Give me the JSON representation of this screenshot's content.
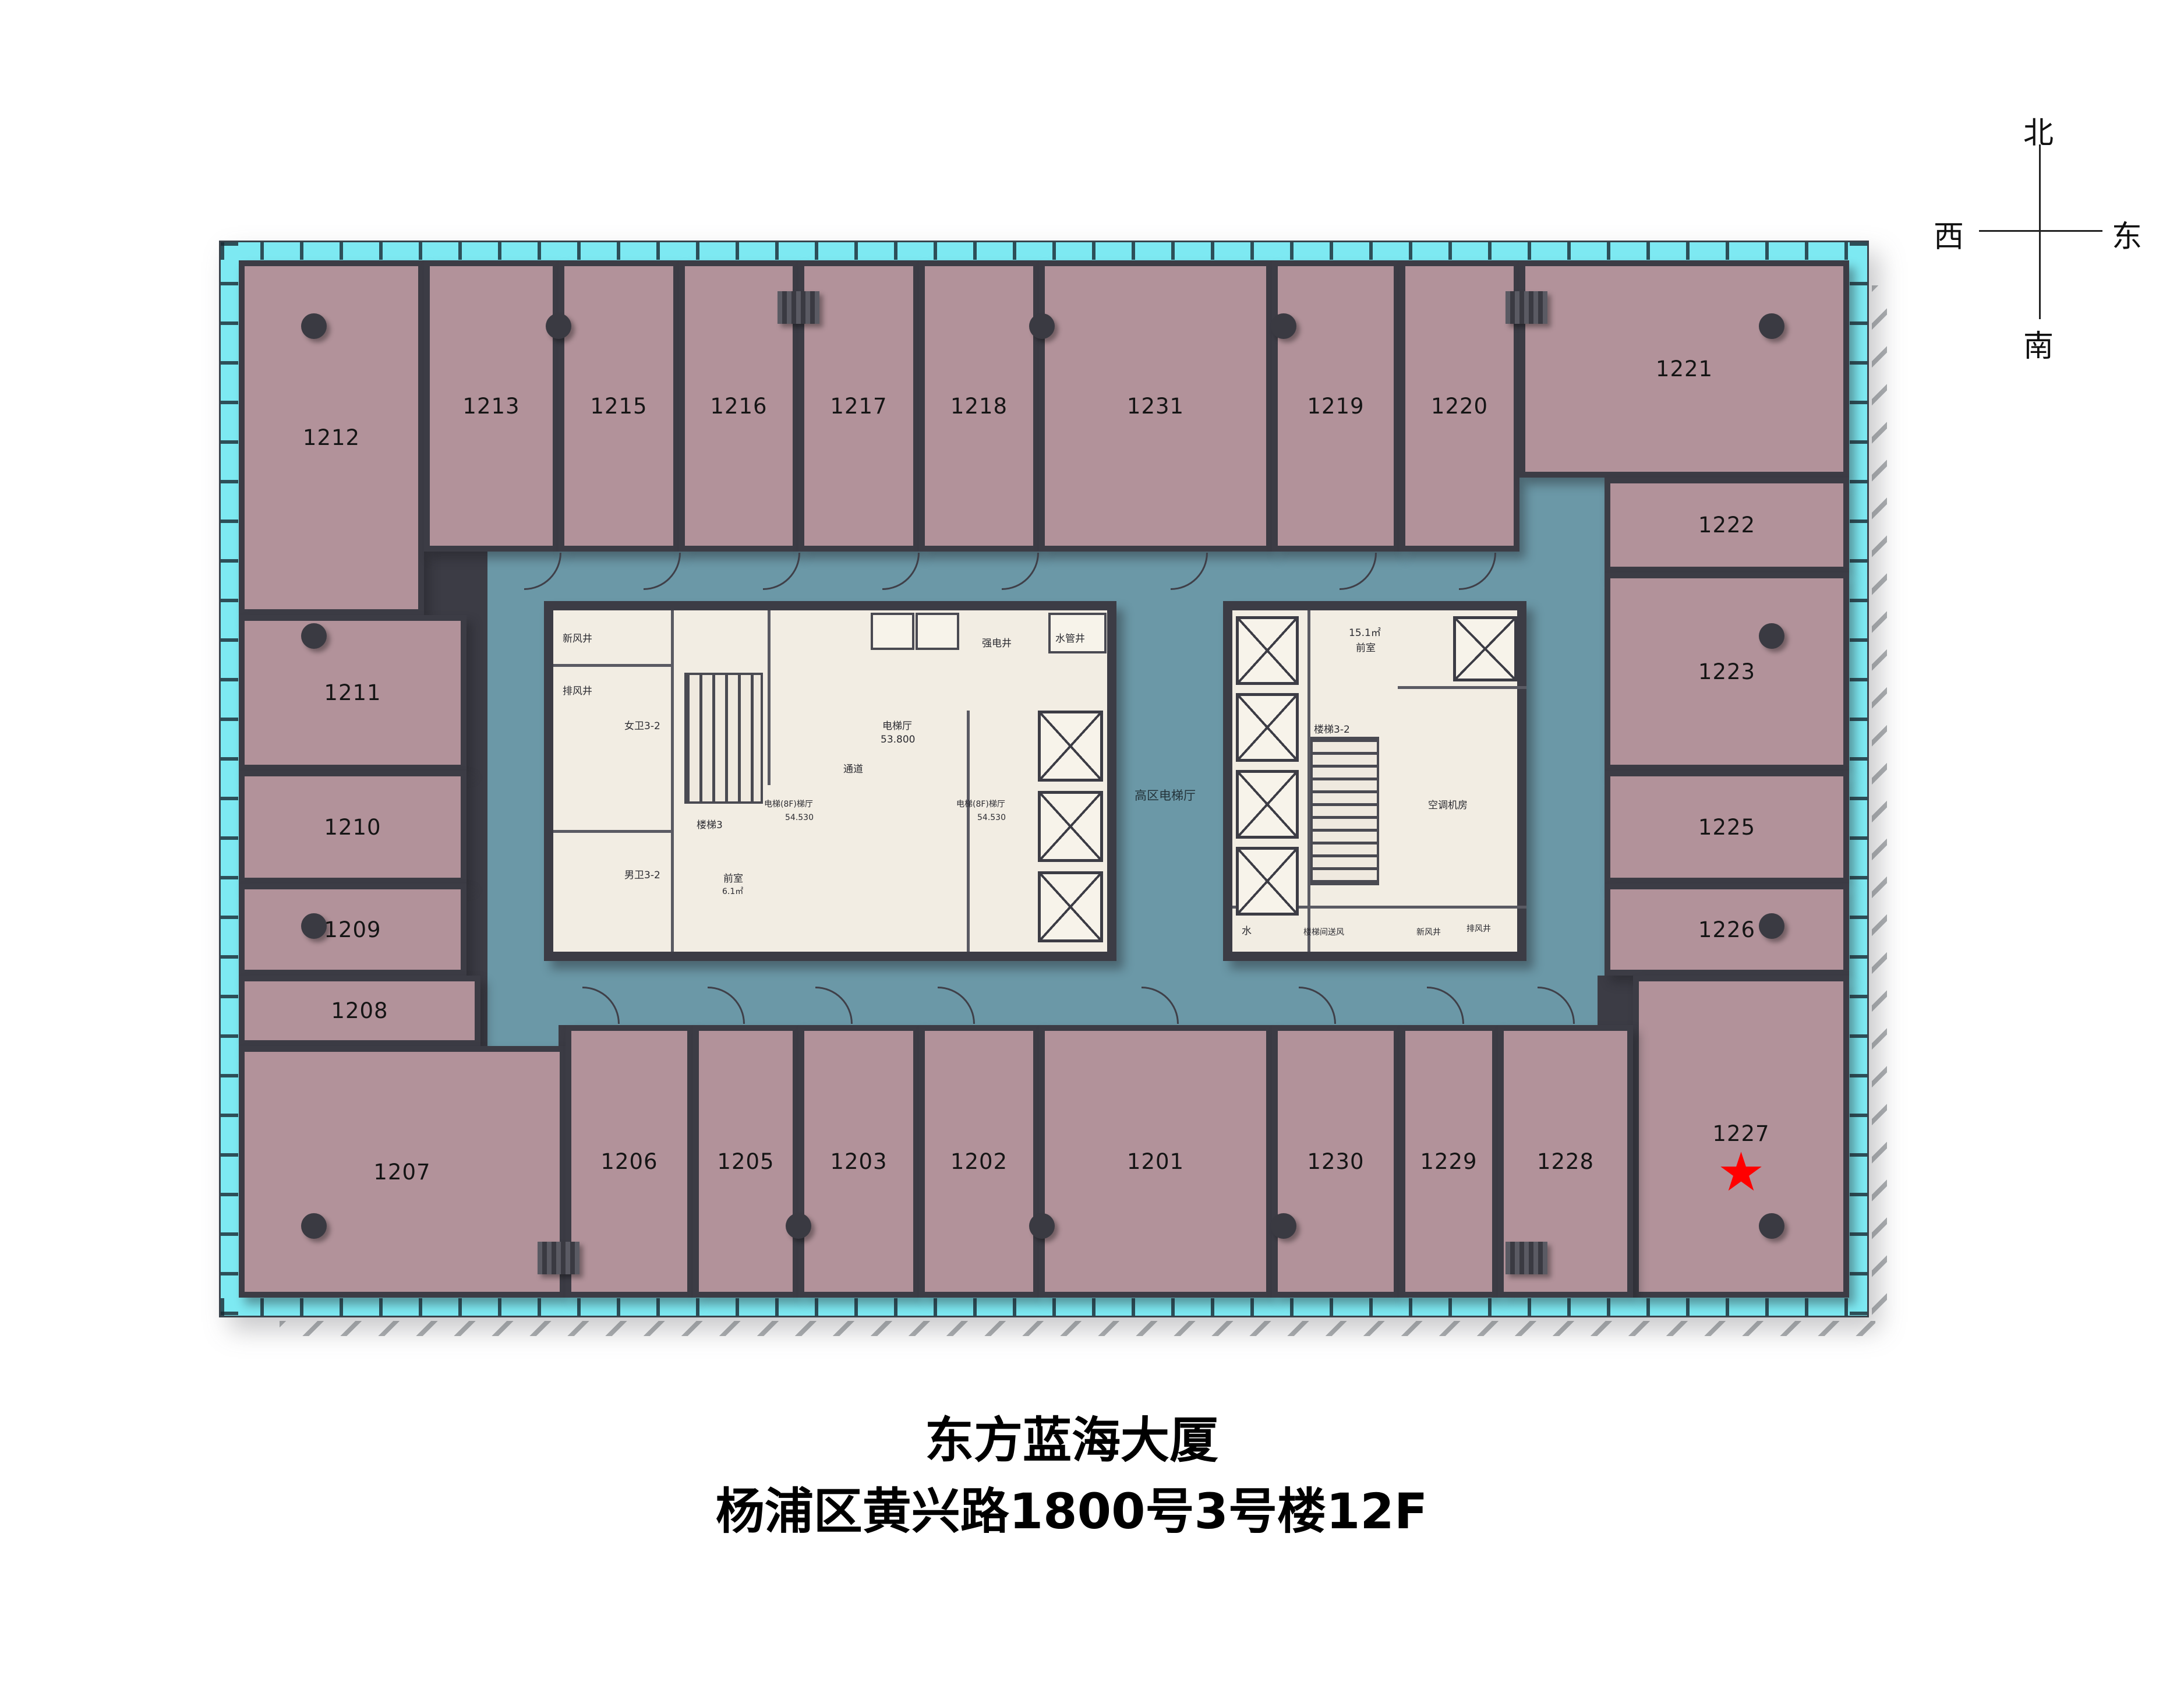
{
  "building": {
    "name_line1": "东方蓝海大厦",
    "address_line2": "杨浦区黄兴路1800号3号楼12F"
  },
  "compass": {
    "north": "北",
    "south": "南",
    "east": "东",
    "west": "西"
  },
  "rooms": {
    "1201": "1201",
    "1202": "1202",
    "1203": "1203",
    "1205": "1205",
    "1206": "1206",
    "1207": "1207",
    "1208": "1208",
    "1209": "1209",
    "1210": "1210",
    "1211": "1211",
    "1212": "1212",
    "1213": "1213",
    "1215": "1215",
    "1216": "1216",
    "1217": "1217",
    "1218": "1218",
    "1219": "1219",
    "1220": "1220",
    "1221": "1221",
    "1222": "1222",
    "1223": "1223",
    "1225": "1225",
    "1226": "1226",
    "1227": "1227",
    "1228": "1228",
    "1229": "1229",
    "1230": "1230",
    "1231": "1231"
  },
  "marker": {
    "symbol": "★",
    "marked_room": "1227"
  },
  "core_labels": {
    "fresh_air_shaft": "新风井",
    "exhaust_shaft": "排风井",
    "womens_wc": "女卫3-2",
    "mens_wc": "男卫3-2",
    "stair_3": "楼梯3",
    "stair_3_2": "楼梯3-2",
    "anteroom": "前室",
    "anteroom_area": "6.1㎡",
    "elev_hall": "电梯厅",
    "level_53_8": "53.800",
    "passage": "通道",
    "elev_lobby": "电梯(8F)梯厅",
    "level_54_53": "54.530",
    "strong_elec_shaft": "强电井",
    "water_pipe_shaft": "水管井",
    "area_15_1": "15.1㎡",
    "ahu_room": "空调机房",
    "water": "水",
    "stair_press_fan": "楼梯间送风"
  },
  "corridor_labels": {
    "high_zone_lobby": "高区电梯厅"
  },
  "colors": {
    "room_fill": "#b2929a",
    "corridor_fill": "#6b98a7",
    "core_fill": "#f2ede3",
    "wall": "#3c3c45",
    "curtain_wall": "#7de9f2",
    "marker_red": "#ff0000"
  }
}
